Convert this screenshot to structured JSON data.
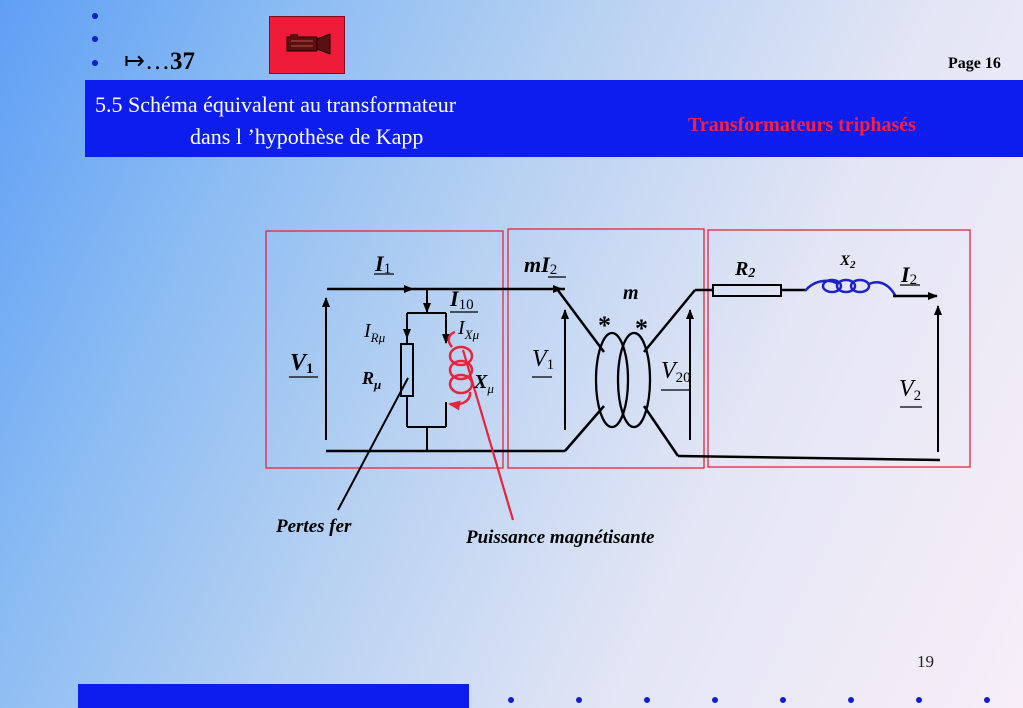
{
  "nav": {
    "arrow": "↦…",
    "target": "37"
  },
  "page_label": "Page 16",
  "title": {
    "line1": "5.5 Schéma équivalent au transformateur",
    "line2": "dans l ’hypothèse de Kapp",
    "subtitle": "Transformateurs triphasés"
  },
  "diagram": {
    "labels": {
      "i1": "I",
      "i1_sub": "1",
      "mi2_m": "m",
      "mi2_i": "I",
      "mi2_sub": "2",
      "r2": "R",
      "r2_sub": "2",
      "x2": "X",
      "x2_sub": "2",
      "i2": "I",
      "i2_sub": "2",
      "m": "m",
      "star_left": "*",
      "star_right": "*",
      "i10": "I",
      "i10_sub": "10",
      "irmu": "I",
      "irmu_sub": "Rμ",
      "ixmu": "I",
      "ixmu_sub": "Xμ",
      "rmu": "R",
      "rmu_sub": "μ",
      "xmu": "X",
      "xmu_sub": "μ",
      "v1_left": "V",
      "v1_left_sub": "1",
      "v1_mid": "V",
      "v1_mid_sub": "1",
      "v20": "V",
      "v20_sub": "20",
      "v2": "V",
      "v2_sub": "2"
    },
    "annotations": {
      "pertes_fer": "Pertes fer",
      "puissance": "Puissance magnétisante"
    },
    "colors": {
      "box": "#e8243c",
      "wire": "#000000",
      "inductor_xmu": "#e8243c",
      "inductor_x2": "#1a22c8"
    }
  },
  "slide_number": "19",
  "colors": {
    "title_bar": "#0d1dee",
    "subtitle": "#ff1e3c",
    "camera_box": "#ef1c39",
    "bullets": "#1020c8"
  },
  "icons": {
    "camera": "movie-camera-icon"
  }
}
